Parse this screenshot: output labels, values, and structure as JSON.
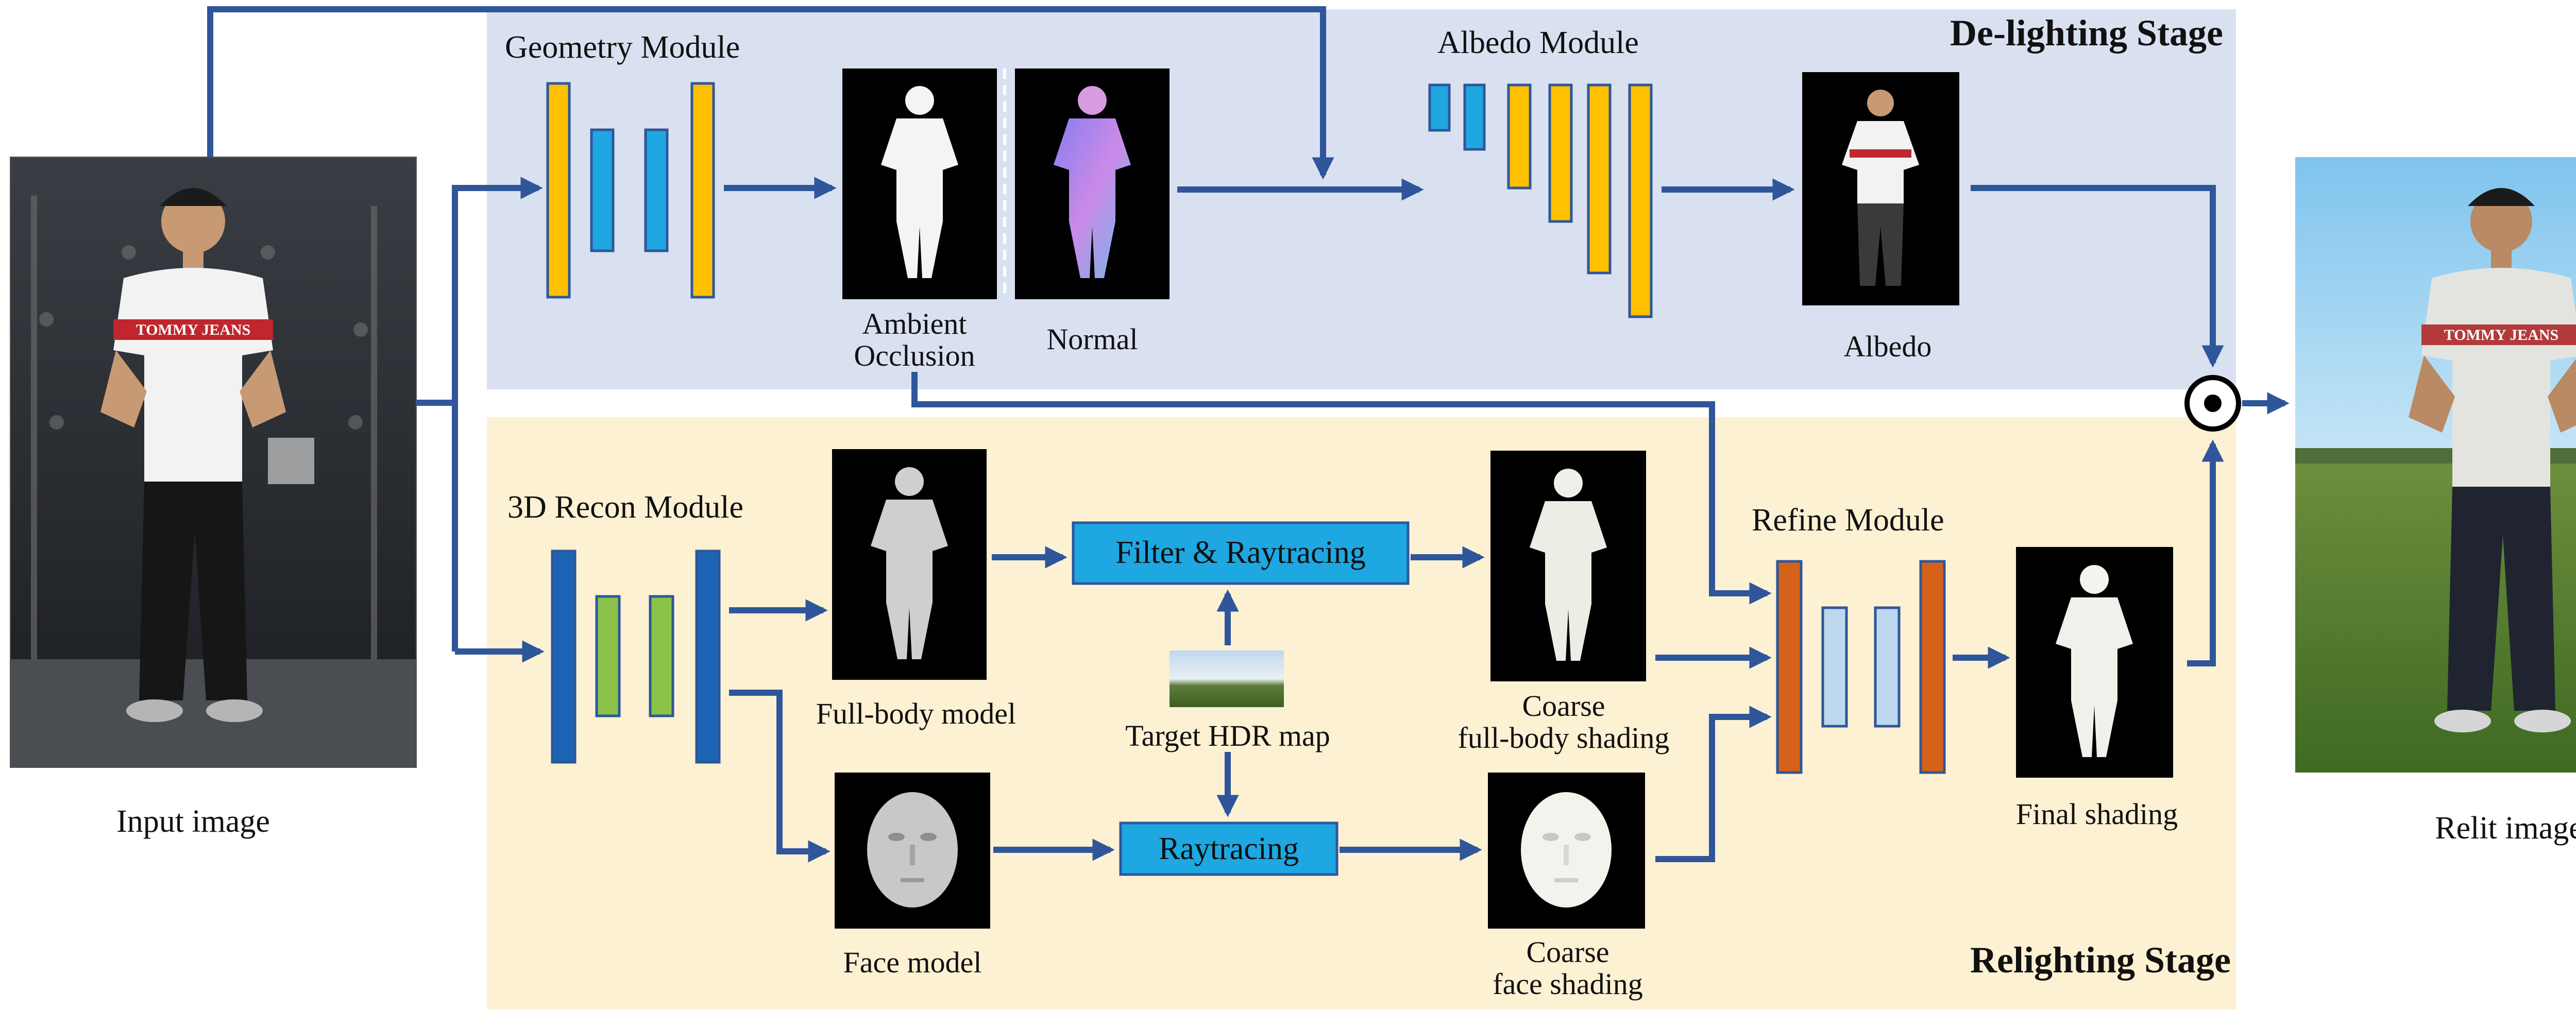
{
  "stages": {
    "delighting": "De-lighting Stage",
    "relighting": "Relighting Stage"
  },
  "modules": {
    "geometry": "Geometry Module",
    "albedo": "Albedo Module",
    "recon3d": "3D Recon Module",
    "refine": "Refine Module"
  },
  "labels": {
    "input_image": "Input image",
    "relit_image": "Relit image",
    "ambient_occlusion": "Ambient Occlusion",
    "normal": "Normal",
    "albedo": "Albedo",
    "full_body_model": "Full-body model",
    "face_model": "Face model",
    "target_hdr_map": "Target HDR map",
    "coarse_full_body_shading": "Coarse full-body shading",
    "coarse_face_shading": "Coarse face shading",
    "final_shading": "Final shading"
  },
  "process_boxes": {
    "filter_raytracing": "Filter & Raytracing",
    "raytracing": "Raytracing"
  },
  "photo_text": {
    "shirt_logo": "TOMMY JEANS"
  },
  "colors": {
    "arrow": "#2F569A",
    "delighting_bg": "#D9E1F1",
    "relighting_bg": "#FDF1D3",
    "process_box": "#1EA7E1",
    "bar_yellow": "#FFC000",
    "bar_cyan": "#1EA7E1",
    "bar_blue": "#1E64B4",
    "bar_green": "#8BC34A",
    "bar_orange": "#D4621A",
    "bar_lightblue": "#BDD7EE"
  }
}
